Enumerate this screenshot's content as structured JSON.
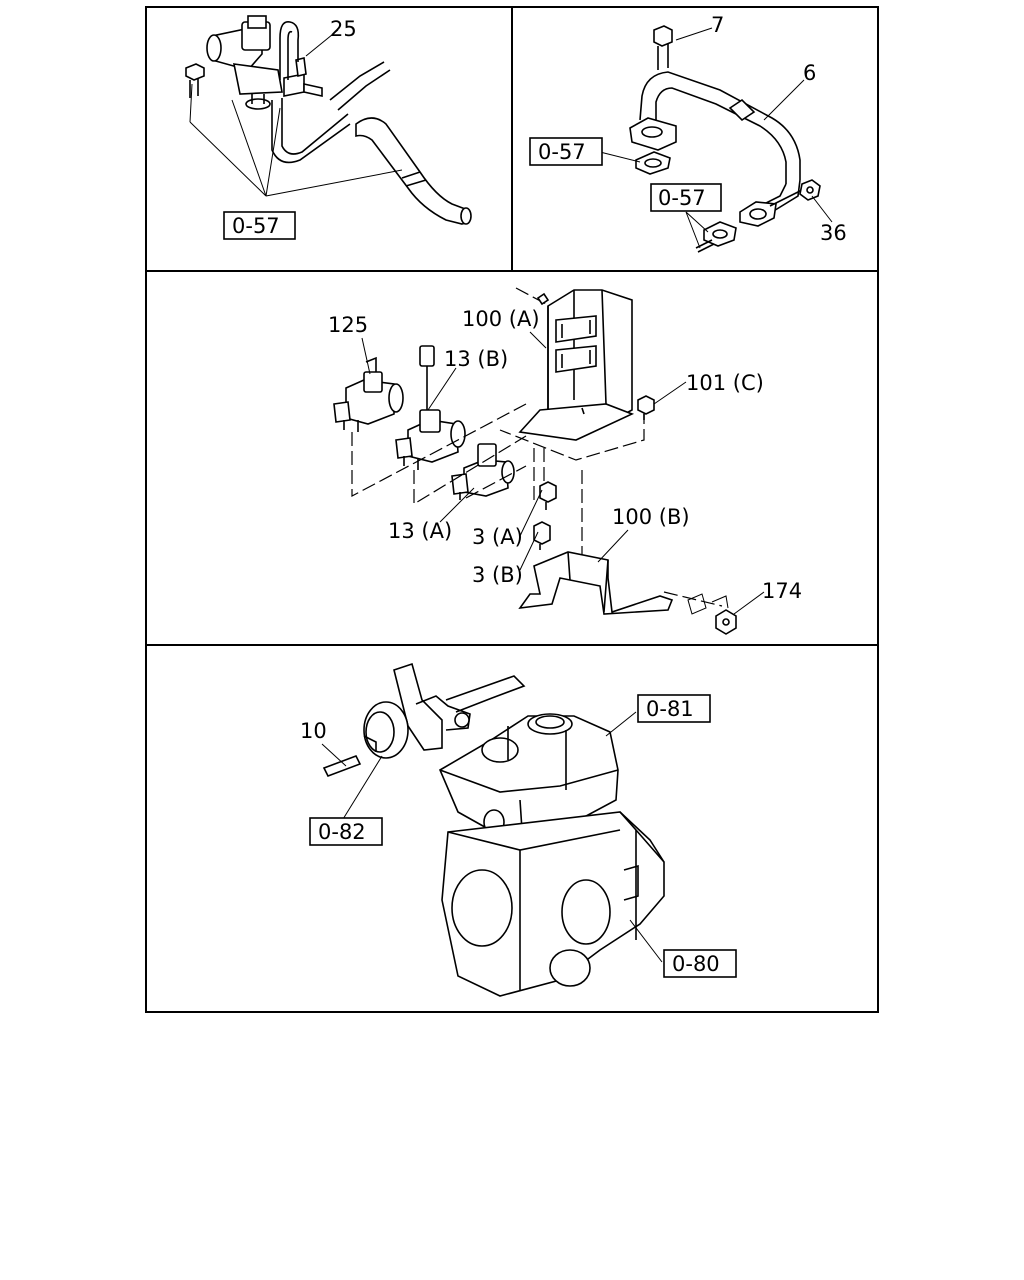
{
  "panels": {
    "top_left": {
      "part_label": "25",
      "ref_label": "0-57"
    },
    "top_right": {
      "labels": [
        "7",
        "6",
        "36"
      ],
      "ref_labels": [
        "0-57",
        "0-57"
      ]
    },
    "middle": {
      "labels": [
        "125",
        "100 (A)",
        "13 (B)",
        "101 (C)",
        "13 (A)",
        "3 (A)",
        "3 (B)",
        "100 (B)",
        "174"
      ]
    },
    "bottom": {
      "labels": [
        "10"
      ],
      "ref_labels": [
        "0-81",
        "0-82",
        "0-80"
      ]
    }
  }
}
